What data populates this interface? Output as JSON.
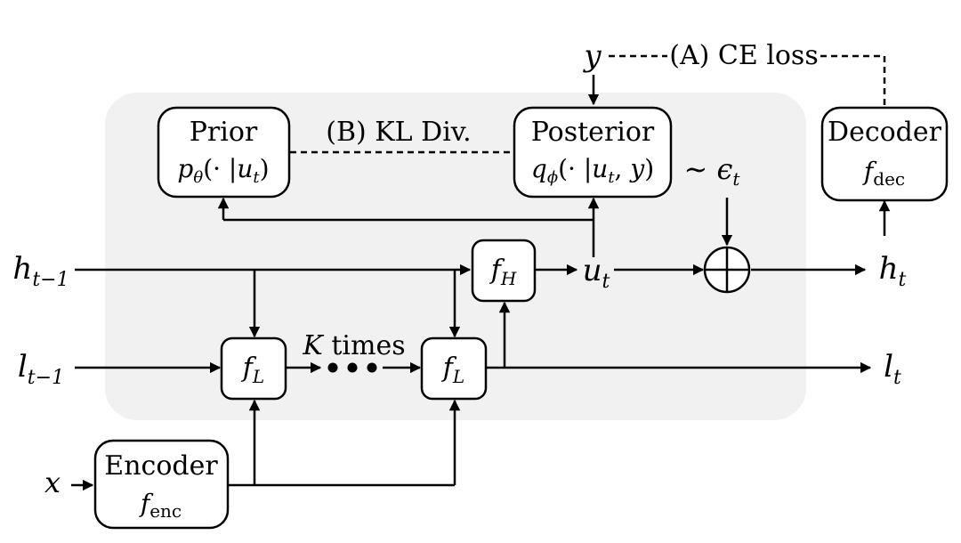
{
  "region_note": "",
  "nodes": {
    "prior": {
      "title": "Prior",
      "formula": "p_θ(· |u_t)"
    },
    "posterior": {
      "title": "Posterior",
      "formula": "q_ϕ(· |u_t, y)"
    },
    "decoder": {
      "title": "Decoder",
      "formula": "f_dec"
    },
    "encoder": {
      "title": "Encoder",
      "formula": "f_enc"
    },
    "fL_first": {
      "symbol": "f_L"
    },
    "fL_second": {
      "symbol": "f_L"
    },
    "fH": {
      "symbol": "f_H"
    }
  },
  "labels": {
    "ce_loss": "(A) CE loss",
    "kl_div": "(B) KL Div.",
    "k_times": "K times",
    "y": "y",
    "x": "x",
    "epsilon": "∼ ϵ_t",
    "h_prev": "h_{t−1}",
    "l_prev": "l_{t−1}",
    "h_next": "h_t",
    "l_next": "l_t",
    "u": "u_t"
  },
  "colors": {
    "panel": "#f1f1f1",
    "stroke": "#000000",
    "box_fill": "#ffffff"
  }
}
